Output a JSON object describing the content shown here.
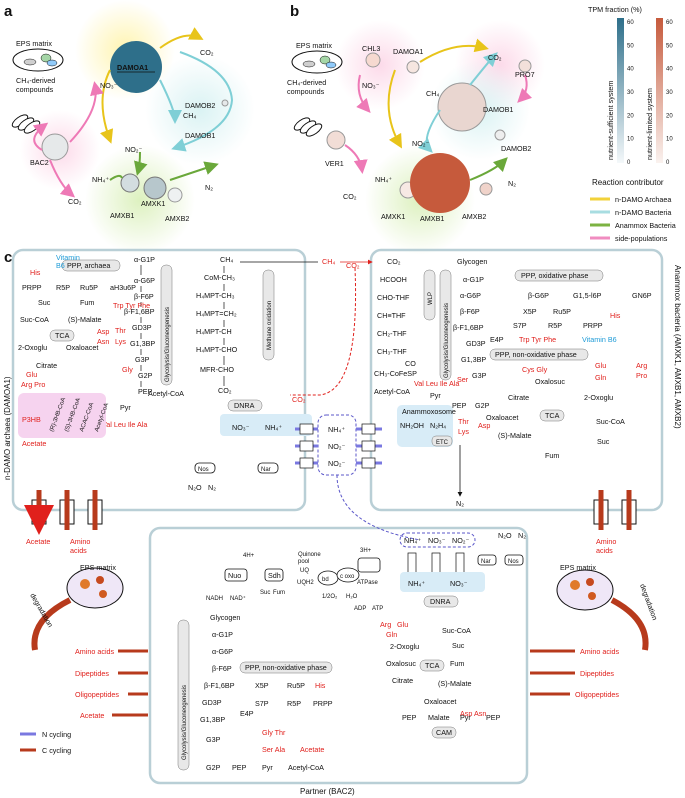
{
  "panels": {
    "a": "a",
    "b": "b",
    "c": "c"
  },
  "a": {
    "eps_matrix": "EPS matrix",
    "ch4_derived": "CH₄-derived\ncompounds",
    "organisms": {
      "damoa1": "DAMOA1",
      "damob2": "DAMOB2",
      "damob1": "DAMOB1",
      "bac2": "BAC2",
      "amxk1": "AMXK1",
      "amxb1": "AMXB1",
      "amxb2": "AMXB2"
    },
    "chem": {
      "co2_top": "CO₂",
      "no3": "NO₃⁻",
      "ch4": "CH₄",
      "no2": "NO₂⁻",
      "nh4": "NH₄⁺",
      "co2_bottom": "CO₂",
      "n2": "N₂"
    }
  },
  "b": {
    "eps_matrix": "EPS matrix",
    "ch4_derived": "CH₄-derived\ncompounds",
    "organisms": {
      "chl3": "CHL3",
      "damoa1": "DAMOA1",
      "pro7": "PRO7",
      "damob1": "DAMOB1",
      "damob2": "DAMOB2",
      "ver1": "VER1",
      "amxk1": "AMXK1",
      "amxb1": "AMXB1",
      "amxb2": "AMXB2"
    },
    "chem": {
      "co2_top": "CO₂",
      "no3": "NO₃⁻",
      "ch4": "CH₄",
      "no2": "NO₂⁻",
      "nh4": "NH₄⁺",
      "co2_bottom": "CO₂",
      "n2": "N₂"
    }
  },
  "legend": {
    "tpm_title": "TPM fraction (%)",
    "scale_sufficient": "nutrient-sufficient system",
    "scale_limited": "nutrient-limited system",
    "ticks": [
      "60",
      "50",
      "40",
      "30",
      "20",
      "10",
      "0"
    ],
    "reaction_title": "Reaction contributor",
    "contributors": [
      {
        "label": "n-DAMO Archaea",
        "color": "#f2d23a"
      },
      {
        "label": "n-DAMO Bacteria",
        "color": "#a8dde1"
      },
      {
        "label": "Anammox Bacteria",
        "color": "#7cb342"
      },
      {
        "label": "side-populations",
        "color": "#f08cc0"
      }
    ],
    "colors": {
      "sufficient": "#2e6f8a",
      "limited": "#c65a3c"
    }
  },
  "c": {
    "left_box_title": "n-DAMO archaea (DAMOA1)",
    "right_box_title": "Anammox bacteria (AMXK1, AMXB1, AMXB2)",
    "partner_title": "Partner (BAC2)",
    "archaea": {
      "ppp": "PPP, archaea",
      "vitamin": "Vitamin\nB6",
      "his": "His",
      "prpp": "PRPP",
      "r5p": "R5P",
      "ru5p": "Ru5P",
      "ah3u6p": "aH3u6P",
      "g1p": "α-G1P",
      "g6p": "α-G6P",
      "f6p": "β-F6P",
      "f16bp": "β-F1,6BP",
      "gd3p": "GD3P",
      "g13bp": "G1,3BP",
      "g3p": "G3P",
      "g2p": "G2P",
      "pep": "PEP",
      "pyr": "Pyr",
      "acetyl": "Acetyl-CoA",
      "glyco": "Glycolysis/Gluconeogenesis",
      "trp": "Trp Tyr Phe",
      "tca": "TCA",
      "suc": "Suc",
      "fum": "Fum",
      "succoa": "Suc-CoA",
      "smalate": "(S)-Malate",
      "oxoglu": "2-Oxoglu",
      "oxaloacet": "Oxaloacet",
      "citrate": "Citrate",
      "asp": "Asp",
      "thr": "Thr",
      "asn": "Asn",
      "lys": "Lys",
      "glu": "Glu",
      "argpro": "Arg Pro",
      "gly": "Gly",
      "vllia": "Val Leu Ile Ala",
      "p3hb": "P3HB",
      "phb_chain": [
        "(R)-3HB-CoA",
        "(S)-3HB-CoA",
        "ACAC-CoA",
        "Acetyl-CoA"
      ],
      "acetate": "Acetate",
      "ch4": "CH₄",
      "methane_ox": "Methane oxidation",
      "mchain": [
        "CoM-CH₃",
        "H₄MPT-CH₃",
        "H₄MPT=CH₂",
        "H₄MPT-CH",
        "H₄MPT-CHO",
        "MFR-CHO"
      ],
      "co2": "CO₂",
      "dnra": "DNRA",
      "no3": "NO₃⁻",
      "nh4": "NH₄⁺",
      "nos": "Nos",
      "nar": "Nar",
      "n2o": "N₂O",
      "n2": "N₂"
    },
    "middle": {
      "ch4": "CH₄",
      "co2_top": "CO₂",
      "co2": "CO₂",
      "nh4": "NH₄⁺",
      "no2": "NO₂⁻",
      "no2b": "NO₂⁻"
    },
    "anammox": {
      "co2": "CO₂",
      "hcooh": "HCOOH",
      "chothf": "CHO-THF",
      "chthf": "CH≡THF",
      "ch2thf": "CH₂-THF",
      "ch3thf": "CH₃-THF",
      "ch3cofesp": "CH₃-CoFeSP",
      "co": "CO",
      "acetyl": "Acetyl-CoA",
      "wlp": "WLP",
      "glycogen": "Glycogen",
      "g1p": "α-G1P",
      "g6p": "α-G6P",
      "f6p": "β-F6P",
      "f16bp": "β-F1,6BP",
      "g13bp": "G1,3BP",
      "gd3p": "GD3P",
      "g3p": "G3P",
      "g2p": "G2P",
      "pep": "PEP",
      "pyr": "Pyr",
      "glyco": "Glycolysis/Gluconeogenesis",
      "ppp_ox": "PPP, oxidative phase",
      "ppp_nonox": "PPP, non-oxidative phase",
      "g6p2": "β-G6P",
      "g15l6p": "G1,5-l6P",
      "gn6p": "GN6P",
      "x5p": "X5P",
      "ru5p": "Ru5P",
      "s7p": "S7P",
      "r5p": "R5P",
      "prpp": "PRPP",
      "e4p": "E4P",
      "his": "His",
      "trp": "Trp Tyr Phe",
      "vitb6": "Vitamin B6",
      "vllia": "Val Leu Ile Ala",
      "ser": "Ser",
      "cysgly": "Cys Gly",
      "glu": "Glu",
      "gln": "Gln",
      "argpro": "Arg\nPro",
      "oxalosuc": "Oxalosuc",
      "citrate": "Citrate",
      "oxoglu": "2-Oxoglu",
      "oxaloacet": "Oxaloacet",
      "tca": "TCA",
      "thr": "Thr",
      "lys": "Lys",
      "asp": "Asp",
      "smalate": "(S)-Malate",
      "succoa": "Suc-CoA",
      "suc": "Suc",
      "fum": "Fum",
      "anammoxosome": "Anammoxosome",
      "nh2oh": "NH₂OH",
      "n2h4": "N₂H₄",
      "etc": "ETC",
      "n2": "N₂"
    },
    "side": {
      "acetate": "Acetate",
      "amino_acids": "Amino\nacids",
      "eps_matrix": "EPS matrix",
      "degradation": "degradation",
      "left_list": [
        "Amino acids",
        "Dipeptides",
        "Oligopeptides",
        "Acetate"
      ],
      "right_list": [
        "Amino acids",
        "Dipeptides",
        "Oligopeptides"
      ],
      "n_cycling": "N cycling",
      "c_cycling": "C cycling"
    },
    "partner": {
      "nuo": "Nuo",
      "sdh": "Sdh",
      "h4": "4H+",
      "nadh": "NADH",
      "nad": "NAD⁺",
      "suc": "Suc",
      "fum": "Fum",
      "quinone": "Quinone\npool",
      "uq": "UQ",
      "uqh2": "UQH2",
      "bd": "bd",
      "coxo": "c oxo",
      "atpase": "ATPase",
      "h3": "3H+",
      "o2": "1/2O₂",
      "h2o": "H₂O",
      "adp": "ADP",
      "atp": "ATP",
      "glycogen": "Glycogen",
      "g1p": "α-G1P",
      "g6p": "α-G6P",
      "f6p": "β-F6P",
      "f16bp": "β-F1,6BP",
      "gd3p": "GD3P",
      "g13bp": "G1,3BP",
      "g3p": "G3P",
      "g2p": "G2P",
      "pep": "PEP",
      "pyr": "Pyr",
      "acetyl": "Acetyl-CoA",
      "glyco": "Glycolysis/Gluconeogenesis",
      "ppp": "PPP, non-oxidative phase",
      "x5p": "X5P",
      "ru5p": "Ru5P",
      "s7p": "S7P",
      "r5p": "R5P",
      "prpp": "PRPP",
      "e4p": "E4P",
      "his": "His",
      "arg": "Arg",
      "glu": "Glu",
      "gln": "Gln",
      "oxoglu": "2-Oxoglu",
      "succoa": "Suc-CoA",
      "suc2": "Suc",
      "oxalosuc": "Oxalosuc",
      "tca": "TCA",
      "fum2": "Fum",
      "citrate": "Citrate",
      "smalate": "(S)-Malate",
      "oxaloacet": "Oxaloacet",
      "aspasn": "Asp Asn",
      "pep2": "PEP",
      "malate": "Malate",
      "pyr2": "Pyr",
      "pep3": "PEP",
      "cam": "CAM",
      "glythr": "Gly Thr",
      "seral": "Ser Ala",
      "acetate": "Acetate",
      "nh4": "NH₄⁺",
      "no3": "NO₃⁻",
      "no2": "NO₂⁻",
      "n2o": "N₂O",
      "n2": "N₂",
      "nar": "Nar",
      "nos": "Nos",
      "dnra": "DNRA"
    }
  }
}
